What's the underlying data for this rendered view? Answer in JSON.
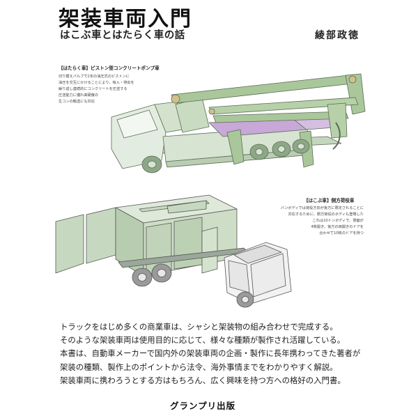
{
  "book": {
    "title": "架装車両入門",
    "subtitle": "はこぶ車とはたらく車の話",
    "author": "綾部政徳",
    "publisher": "グランプリ出版"
  },
  "illustrations": {
    "pump_truck": {
      "heading": "【はたらく車】ピストン型コンクリートポンプ車",
      "lines": [
        "切り替えバルブで2本の油圧式のピストンに",
        "油圧を交互にかけることにより、吸入・排出を",
        "繰り返し連続的にコンクリートを圧送する",
        "圧送能力に優れ高硬度の",
        "生コンの輸送にも対応"
      ],
      "colors": {
        "body": "#d6e4d1",
        "boom": "#a9c79a",
        "accent": "#c8a8d8",
        "line": "#5a6b55"
      }
    },
    "box_truck": {
      "heading": "【はこぶ車】側方荷役車",
      "lines": [
        "バンボディでは荷役方向が後方に限定されることに",
        "対応するために、側方荷役のボディも登場した",
        "これは10トンボディで、側面が",
        "4枚開き、後方の両開きのドアを",
        "合わせて10枚のドアを持つ"
      ],
      "colors": {
        "box": "#c7d8c0",
        "cab": "#f2f2f2",
        "line": "#555555"
      }
    }
  },
  "description": [
    "トラックをはじめ多くの商業車は、シャシと架装物の組み合わせで完成する。",
    "そのような架装車両は使用目的に応じて、様々な種類が製作され活躍している。",
    "本書は、自動車メーカーで国内外の架装車両の企画・製作に長年携わってきた著者が",
    "架装の種類、製作上のポイントから法令、海外事情までをわかりやすく解説。",
    "架装車両に携わろうとする方はもちろん、広く興味を持つ方への格好の入門書。"
  ]
}
